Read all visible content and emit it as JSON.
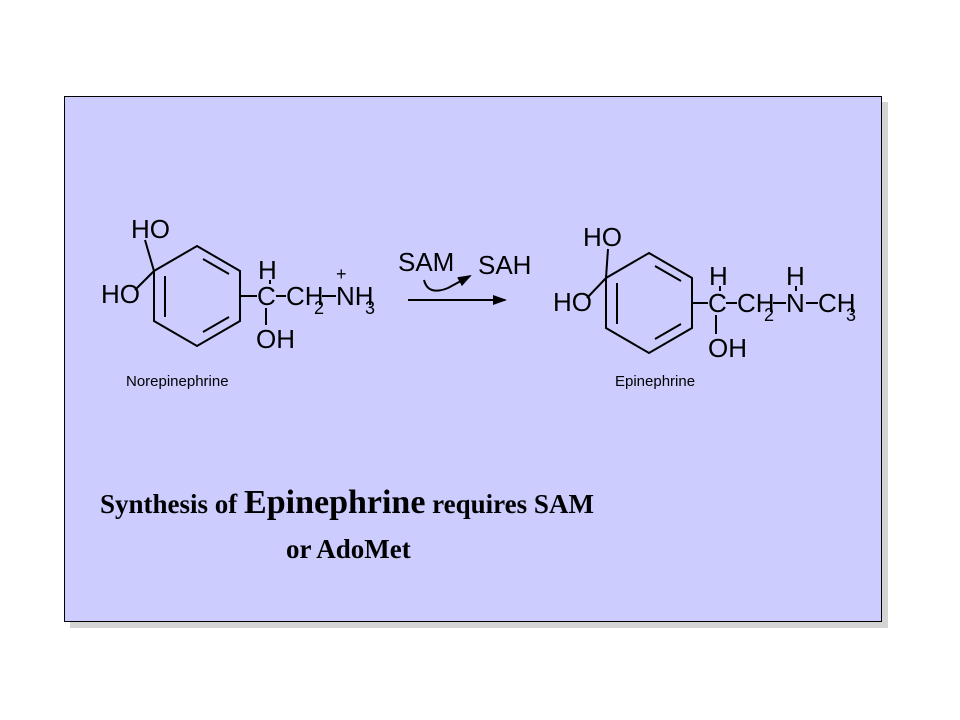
{
  "reactant": {
    "name": "Norepinephrine",
    "groups": {
      "ho_top": "HO",
      "ho_left": "HO",
      "c": "C",
      "h": "H",
      "oh": "OH",
      "ch2": "CH",
      "ch2_sub": "2",
      "nh3": "NH",
      "nh3_sub": "3",
      "charge": "+"
    }
  },
  "reaction": {
    "cofactor_in": "SAM",
    "cofactor_out": "SAH"
  },
  "product": {
    "name": "Epinephrine",
    "groups": {
      "ho_top": "HO",
      "ho_left": "HO",
      "c": "C",
      "h": "H",
      "oh": "OH",
      "ch2": "CH",
      "ch2_sub": "2",
      "n": "N",
      "n_h": "H",
      "ch3": "CH",
      "ch3_sub": "3"
    }
  },
  "caption": {
    "part1": "Synthesis of ",
    "part2": "Epinephrine",
    "part3": " requires SAM",
    "line2": "or AdoMet"
  }
}
